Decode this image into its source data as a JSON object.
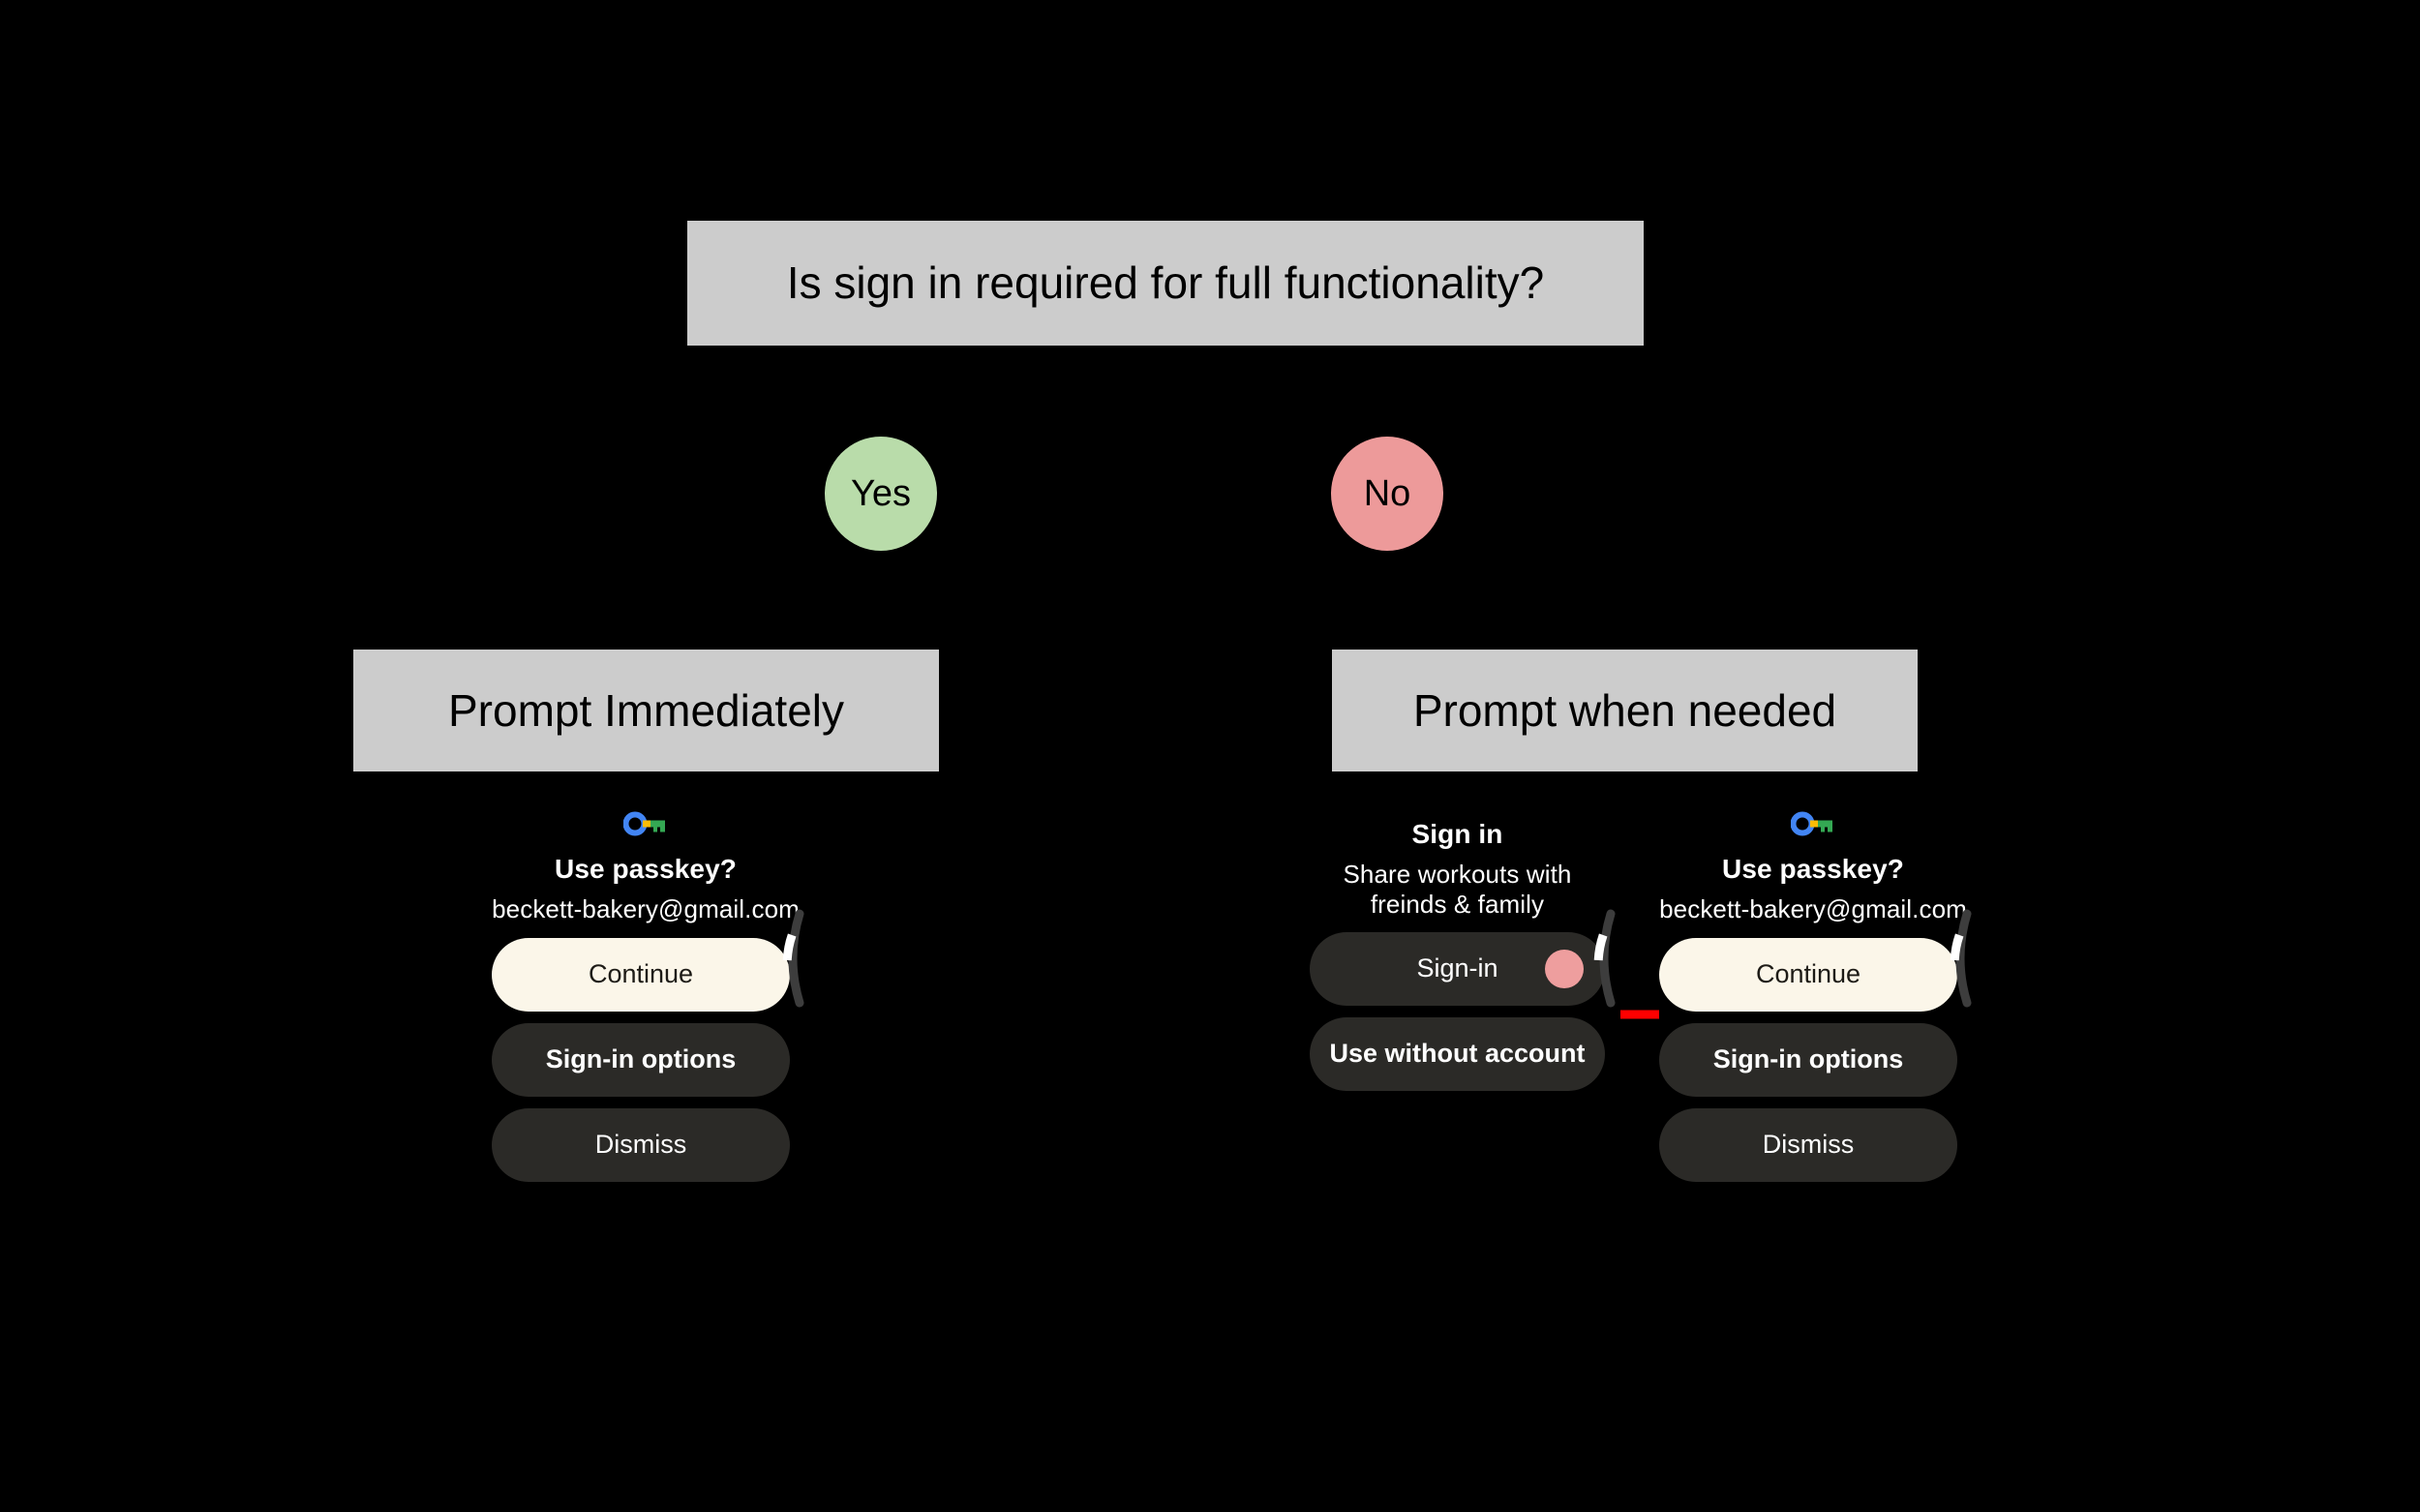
{
  "diagram": {
    "background_color": "#000000",
    "box_fill": "#cccccc",
    "question": {
      "label": "Is sign in required for full functionality?"
    },
    "branches": [
      {
        "label": "Yes",
        "color": "#b9dcaa"
      },
      {
        "label": "No",
        "color": "#ed9a9a"
      }
    ],
    "outcomes": [
      {
        "label": "Prompt Immediately"
      },
      {
        "label": "Prompt when needed"
      }
    ],
    "arrow": {
      "name": "flow-arrow",
      "color": "#ff0000",
      "direction": "right"
    }
  },
  "mockups": {
    "left": {
      "name": "passkey-prompt-immediate",
      "icon": "google-passkey-icon",
      "title": "Use passkey?",
      "subtitle": "beckett-bakery@gmail.com",
      "buttons": [
        {
          "label": "Continue",
          "style": "filled"
        },
        {
          "label": "Sign-in options",
          "style": "tonal"
        },
        {
          "label": "Dismiss",
          "style": "plain"
        }
      ],
      "scroll_indicator": "vertical-scroll-indicator"
    },
    "middle": {
      "name": "app-signin-prompt",
      "title": "Sign in",
      "subtitle": "Share workouts with freinds & family",
      "buttons": [
        {
          "label": "Sign-in",
          "style": "tonal",
          "dot_color": "#ee9e9e"
        },
        {
          "label": "Use without account",
          "style": "tonal"
        }
      ],
      "scroll_indicator": "vertical-scroll-indicator"
    },
    "right": {
      "name": "passkey-prompt-deferred",
      "icon": "google-passkey-icon",
      "title": "Use passkey?",
      "subtitle": "beckett-bakery@gmail.com",
      "buttons": [
        {
          "label": "Continue",
          "style": "filled"
        },
        {
          "label": "Sign-in options",
          "style": "tonal"
        },
        {
          "label": "Dismiss",
          "style": "plain"
        }
      ],
      "scroll_indicator": "vertical-scroll-indicator"
    }
  }
}
